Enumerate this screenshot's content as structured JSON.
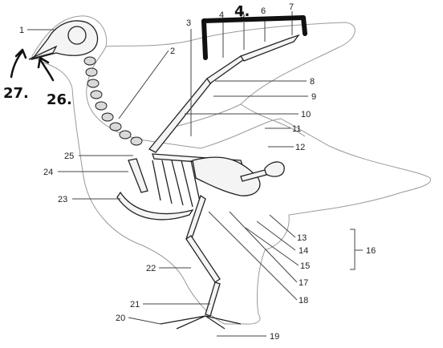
{
  "diagram": {
    "subject": "bird-skeleton",
    "labels": [
      "1",
      "2",
      "3",
      "4",
      "5",
      "6",
      "7",
      "8",
      "9",
      "10",
      "11",
      "12",
      "13",
      "14",
      "15",
      "16",
      "17",
      "18",
      "19",
      "20",
      "21",
      "22",
      "23",
      "24",
      "25"
    ],
    "handwritten": [
      "4.",
      "27.",
      "26."
    ]
  },
  "colors": {
    "outline": "#9a9a9a",
    "bone": "#222222",
    "ink": "#111111",
    "label": "#222222"
  }
}
